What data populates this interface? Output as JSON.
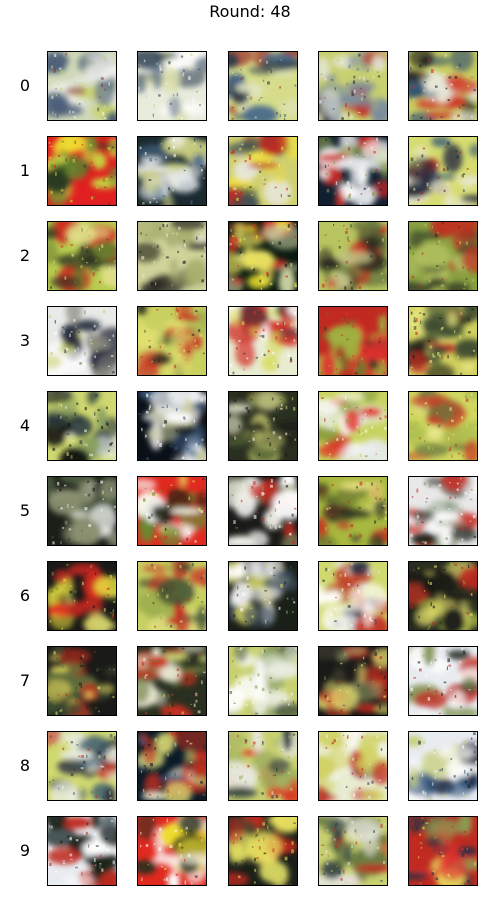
{
  "figure": {
    "title": "Round: 48"
  },
  "grid": {
    "rows": [
      {
        "label": "0",
        "tiles": [
          {
            "palette": [
              "#cfd8b8",
              "#4a5e78",
              "#c9d46a",
              "#8a3a2a",
              "#f2f2f0"
            ]
          },
          {
            "palette": [
              "#e8ecdc",
              "#5a6a80",
              "#d8dca0",
              "#3a4a5a",
              "#ffffff"
            ]
          },
          {
            "palette": [
              "#d6dc8a",
              "#4a6a8a",
              "#e0e4c0",
              "#a03020",
              "#2a3a4a"
            ]
          },
          {
            "palette": [
              "#c8d070",
              "#7a8aa0",
              "#e6e8e0",
              "#c02a20",
              "#2a2a30"
            ]
          },
          {
            "palette": [
              "#c8cc60",
              "#2a4a70",
              "#d02a20",
              "#e8e8d8",
              "#1a1a20"
            ]
          }
        ]
      },
      {
        "label": "1",
        "tiles": [
          {
            "palette": [
              "#e02020",
              "#c8d040",
              "#2a3a20",
              "#f0e030",
              "#6a8a30"
            ]
          },
          {
            "palette": [
              "#1a2a30",
              "#e8ecf0",
              "#4a6a8a",
              "#c8cc80",
              "#ffffff"
            ]
          },
          {
            "palette": [
              "#d0d070",
              "#3a4a50",
              "#e8e8e0",
              "#c02a20",
              "#f0e040"
            ]
          },
          {
            "palette": [
              "#102030",
              "#e8ecf0",
              "#c82a28",
              "#8a9a50",
              "#ffffff"
            ]
          },
          {
            "palette": [
              "#d6dc70",
              "#3a5a7a",
              "#e8e8d0",
              "#a02a20",
              "#2a3040"
            ]
          }
        ]
      },
      {
        "label": "2",
        "tiles": [
          {
            "palette": [
              "#b8cc50",
              "#2a3020",
              "#d03020",
              "#e0e08a",
              "#6a7a30"
            ]
          },
          {
            "palette": [
              "#d0d49a",
              "#3a3a30",
              "#e8e8e0",
              "#a8b070",
              "#1a1a18"
            ]
          },
          {
            "palette": [
              "#0a1a10",
              "#e8e060",
              "#c8d0a0",
              "#d02a20",
              "#f0e830"
            ]
          },
          {
            "palette": [
              "#b8c460",
              "#2a2a20",
              "#d0d090",
              "#c83020",
              "#6a7a40"
            ]
          },
          {
            "palette": [
              "#8aa040",
              "#2a3020",
              "#c02a20",
              "#b0c060",
              "#4a5a30"
            ]
          }
        ]
      },
      {
        "label": "3",
        "tiles": [
          {
            "palette": [
              "#e8eae8",
              "#2a3040",
              "#8a8a80",
              "#ffffff",
              "#c8d070"
            ]
          },
          {
            "palette": [
              "#c8d060",
              "#c82a20",
              "#e0e070",
              "#2a2a20",
              "#a0b050"
            ]
          },
          {
            "palette": [
              "#e8ecd0",
              "#d02a20",
              "#2a3040",
              "#ffffff",
              "#d8dc60"
            ]
          },
          {
            "palette": [
              "#c02a20",
              "#2a3a20",
              "#a0b040",
              "#e03030",
              "#6a7a30"
            ]
          },
          {
            "palette": [
              "#d0d060",
              "#1a1a18",
              "#e8e880",
              "#c02a20",
              "#3a4a30"
            ]
          }
        ]
      },
      {
        "label": "4",
        "tiles": [
          {
            "palette": [
              "#d0d870",
              "#0a1010",
              "#e8ece0",
              "#8aa060",
              "#2a3a40"
            ]
          },
          {
            "palette": [
              "#0a1018",
              "#e8ecf0",
              "#3a5a80",
              "#c8cca0",
              "#ffffff"
            ]
          },
          {
            "palette": [
              "#2a3020",
              "#c8cc70",
              "#e8e8d0",
              "#4a5a30",
              "#1a1a18"
            ]
          },
          {
            "palette": [
              "#c8d460",
              "#e02a20",
              "#e8ecf0",
              "#8aa040",
              "#ffffff"
            ]
          },
          {
            "palette": [
              "#d0d860",
              "#c83020",
              "#b0c050",
              "#e8e890",
              "#6a7a40"
            ]
          }
        ]
      },
      {
        "label": "5",
        "tiles": [
          {
            "palette": [
              "#1a2018",
              "#e8ece8",
              "#4a5a40",
              "#ffffff",
              "#8a9070"
            ]
          },
          {
            "palette": [
              "#e02a20",
              "#1a2010",
              "#e8e060",
              "#6a8a30",
              "#ffffff"
            ]
          },
          {
            "palette": [
              "#1a1a18",
              "#c82a20",
              "#e8e8e0",
              "#8a8a60",
              "#ffffff"
            ]
          },
          {
            "palette": [
              "#a8b840",
              "#c82a20",
              "#2a3020",
              "#e8e080",
              "#6a7a30"
            ]
          },
          {
            "palette": [
              "#e8e8e8",
              "#1a2018",
              "#c83028",
              "#8a9a80",
              "#ffffff"
            ]
          }
        ]
      },
      {
        "label": "6",
        "tiles": [
          {
            "palette": [
              "#1a1a18",
              "#e02a20",
              "#e8e040",
              "#6a7a30",
              "#d0d070"
            ]
          },
          {
            "palette": [
              "#c8d060",
              "#c82a20",
              "#e0e080",
              "#3a4a30",
              "#a0b050"
            ]
          },
          {
            "palette": [
              "#1a2018",
              "#e8e8e0",
              "#d0d060",
              "#3a4a60",
              "#ffffff"
            ]
          },
          {
            "palette": [
              "#d0d870",
              "#e8ecf0",
              "#2a3040",
              "#c02a20",
              "#ffffff"
            ]
          },
          {
            "palette": [
              "#2a3020",
              "#c02a20",
              "#a0b040",
              "#e8e070",
              "#1a1a18"
            ]
          }
        ]
      },
      {
        "label": "7",
        "tiles": [
          {
            "palette": [
              "#1a1a18",
              "#c02a20",
              "#6a7a40",
              "#e8e060",
              "#3a4a30"
            ]
          },
          {
            "palette": [
              "#2a3020",
              "#c8d070",
              "#e8e8d0",
              "#c83020",
              "#6a7a40"
            ]
          },
          {
            "palette": [
              "#c8d070",
              "#e8ece0",
              "#8aa060",
              "#ffffff",
              "#4a5a40"
            ]
          },
          {
            "palette": [
              "#1a1a18",
              "#c02a20",
              "#8a9060",
              "#e8e070",
              "#3a3a30"
            ]
          },
          {
            "palette": [
              "#e8ecf0",
              "#1a2018",
              "#c02a20",
              "#8a9a60",
              "#ffffff"
            ]
          }
        ]
      },
      {
        "label": "8",
        "tiles": [
          {
            "palette": [
              "#d0d870",
              "#3a5a70",
              "#e8ece0",
              "#c02a20",
              "#2a3040"
            ]
          },
          {
            "palette": [
              "#0a1a28",
              "#e8ecd0",
              "#d0d070",
              "#c83020",
              "#3a5a80"
            ]
          },
          {
            "palette": [
              "#c8d070",
              "#e02a20",
              "#2a3a40",
              "#e8e8e0",
              "#a0b060"
            ]
          },
          {
            "palette": [
              "#e8ecd0",
              "#2a3a50",
              "#d0d060",
              "#c02a20",
              "#ffffff"
            ]
          },
          {
            "palette": [
              "#e8ecf0",
              "#3a5a80",
              "#c8d080",
              "#1a2030",
              "#ffffff"
            ]
          }
        ]
      },
      {
        "label": "9",
        "tiles": [
          {
            "palette": [
              "#e8ecf0",
              "#1a2018",
              "#4a5a60",
              "#c02a20",
              "#ffffff"
            ]
          },
          {
            "palette": [
              "#e02a20",
              "#e8e8d8",
              "#f0e030",
              "#2a3020",
              "#ffffff"
            ]
          },
          {
            "palette": [
              "#1a2018",
              "#c82a20",
              "#d0d060",
              "#3a4a30",
              "#e8e060"
            ]
          },
          {
            "palette": [
              "#c8d070",
              "#2a3a40",
              "#c02a20",
              "#e8e8e0",
              "#6a7a40"
            ]
          },
          {
            "palette": [
              "#c02a20",
              "#2a3040",
              "#e8e060",
              "#e03030",
              "#8a9a50"
            ]
          }
        ]
      }
    ]
  }
}
